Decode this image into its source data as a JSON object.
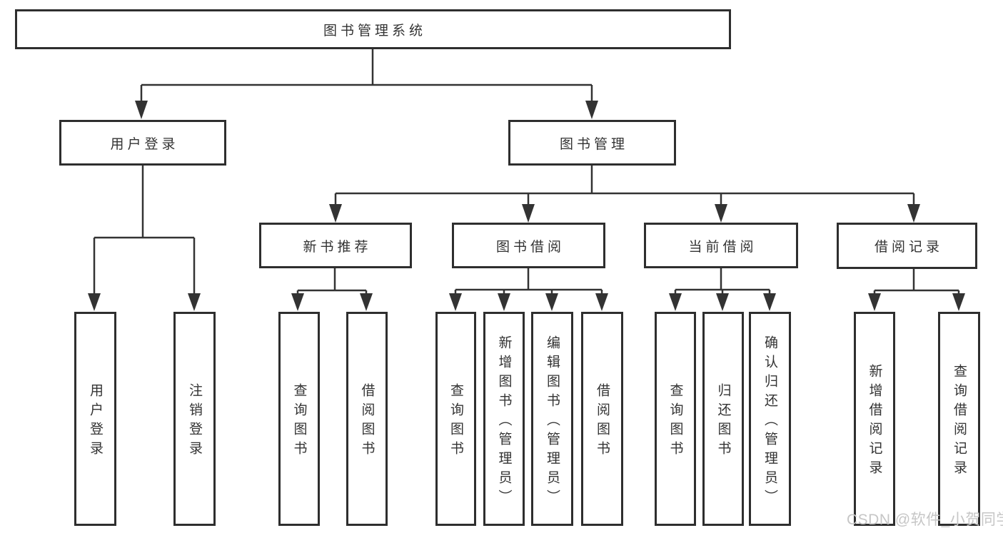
{
  "diagram": {
    "type": "tree",
    "root": {
      "label": "图书管理系统"
    },
    "level2": [
      {
        "id": "user-login",
        "label": "用户登录"
      },
      {
        "id": "book-management",
        "label": "图书管理"
      }
    ],
    "level3": [
      {
        "id": "new-book-recommend",
        "label": "新书推荐",
        "parent": "book-management"
      },
      {
        "id": "book-borrowing",
        "label": "图书借阅",
        "parent": "book-management"
      },
      {
        "id": "current-borrowing",
        "label": "当前借阅",
        "parent": "book-management"
      },
      {
        "id": "borrowing-records",
        "label": "借阅记录",
        "parent": "book-management"
      }
    ],
    "level4": [
      {
        "id": "leaf-user-login",
        "label": "用户登录",
        "parent": "user-login"
      },
      {
        "id": "leaf-logout",
        "label": "注销登录",
        "parent": "user-login"
      },
      {
        "id": "leaf-query-books-1",
        "label": "查询图书",
        "parent": "new-book-recommend"
      },
      {
        "id": "leaf-borrow-books-1",
        "label": "借阅图书",
        "parent": "new-book-recommend"
      },
      {
        "id": "leaf-query-books-2",
        "label": "查询图书",
        "parent": "book-borrowing"
      },
      {
        "id": "leaf-add-books",
        "label": "新增图书（管理员）",
        "parent": "book-borrowing"
      },
      {
        "id": "leaf-edit-books",
        "label": "编辑图书（管理员）",
        "parent": "book-borrowing"
      },
      {
        "id": "leaf-borrow-books-2",
        "label": "借阅图书",
        "parent": "book-borrowing"
      },
      {
        "id": "leaf-query-books-3",
        "label": "查询图书",
        "parent": "current-borrowing"
      },
      {
        "id": "leaf-return-books",
        "label": "归还图书",
        "parent": "current-borrowing"
      },
      {
        "id": "leaf-confirm-return",
        "label": "确认归还（管理员）",
        "parent": "current-borrowing"
      },
      {
        "id": "leaf-add-borrow-record",
        "label": "新增借阅记录",
        "parent": "borrowing-records"
      },
      {
        "id": "leaf-query-borrow-record",
        "label": "查询借阅记录",
        "parent": "borrowing-records"
      }
    ]
  },
  "watermark": {
    "text": "CSDN @软件_小贺同学",
    "color": "#c6c6c6"
  },
  "colors": {
    "line": "#333333",
    "box_border": "#2e2e2e",
    "box_fill": "#ffffff",
    "text": "#333333",
    "background": "#ffffff"
  }
}
